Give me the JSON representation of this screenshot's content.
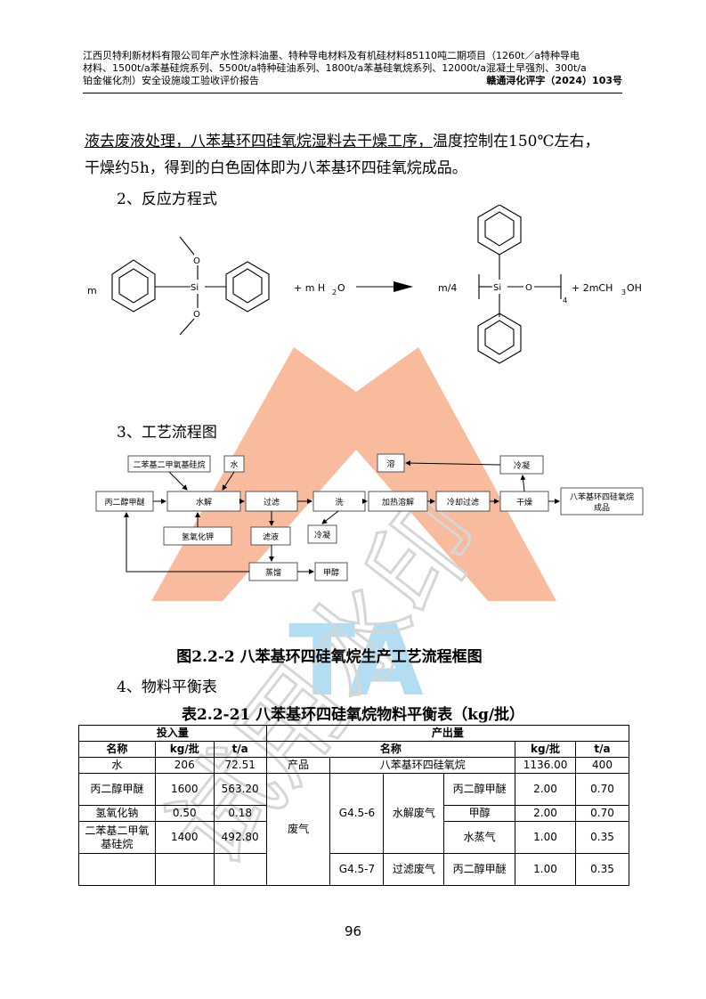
{
  "header": {
    "line1": "江西贝特利新材料有限公司年产水性涂料油墨、特种导电材料及有机硅材料85110吨二期项目（1260t／a特种导电",
    "line2": "材料、1500t/a苯基硅烷系列、5500t/a特种硅油系列、1800t/a苯基硅氧烷系列、12000t/a混凝土早强剂、300t/a",
    "line3": "铂金催化剂）安全设施竣工验收评价报告",
    "code": "赣通浔化评字（2024）103号"
  },
  "body": {
    "para_part1": "液去废液处理，八苯基环四硅氧烷湿料去干燥工序，",
    "para_part2": "温度控制在150℃左右，",
    "para_line2": "干燥约5h，得到的白色固体即为八苯基环四硅氧烷成品。",
    "section2": "2、反应方程式",
    "section3": "3、工艺流程图",
    "figure_caption": "图2.2-2 八苯基环四硅氧烷生产工艺流程框图",
    "section4": "4、物料平衡表",
    "table_caption": "表2.2-21 八苯基环四硅氧烷物料平衡表（kg/批）"
  },
  "equation": {
    "coef_m": "m",
    "si": "Si",
    "o": "O",
    "plus_water_a": "+ m H",
    "water_sub": "2",
    "water_o": "O",
    "m4": "m/4",
    "subscript4": "4",
    "product_right": "+ 2mCH",
    "methanol_sub": "3",
    "methanol_oh": "OH"
  },
  "flow": {
    "b_diphenyl": "二苯基二甲氧基硅烷",
    "b_water": "水",
    "b_pgme": "丙二醇甲醚",
    "b_hydrolysis": "水解",
    "b_filter1": "过滤",
    "b_dissolve": "加热溶解",
    "b_coolfilter": "冷却过滤",
    "b_dry": "干燥",
    "b_product": "八苯基环四硅氧烷",
    "b_product2": "成品",
    "b_condense": "冷凝",
    "b_koh": "氢氧化钾",
    "b_filtrate": "滤液",
    "b_methanol": "甲醇",
    "b_top": "溶",
    "b_mid": "洗",
    "b_cond2": "冷凝",
    "b_distill": "蒸馏"
  },
  "table": {
    "input_header": "投入量",
    "output_header": "产出量",
    "col_name": "名称",
    "col_kg": "kg/批",
    "col_ta": "t/a",
    "inputs": [
      {
        "name": "水",
        "kg": "206",
        "ta": "72.51"
      },
      {
        "name": "丙二醇甲醚",
        "kg": "1600",
        "ta": "563.20"
      },
      {
        "name": "氢氧化钠",
        "kg": "0.50",
        "ta": "0.18"
      },
      {
        "name": "二苯基二甲氧基硅烷",
        "kg": "1400",
        "ta": "492.80"
      }
    ],
    "product_cat": "产品",
    "product_name": "八苯基环四硅氧烷",
    "product_kg": "1136.00",
    "product_ta": "400",
    "waste_cat": "废气",
    "g456": "G4.5-6",
    "g457": "G4.5-7",
    "hydro_gas": "水解废气",
    "filter_gas": "过滤废气",
    "outputs": [
      {
        "name": "丙二醇甲醚",
        "kg": "2.00",
        "ta": "0.70"
      },
      {
        "name": "甲醇",
        "kg": "2.00",
        "ta": "0.70"
      },
      {
        "name": "水蒸气",
        "kg": "1.00",
        "ta": "0.35"
      },
      {
        "name": "丙二醇甲醚",
        "kg": "1.00",
        "ta": "0.35"
      }
    ]
  },
  "page_number": "96",
  "watermark": {
    "text": "试用水印",
    "letters": "TA",
    "color_orange": "#f7b08c",
    "color_blue": "#a5d8f0"
  }
}
